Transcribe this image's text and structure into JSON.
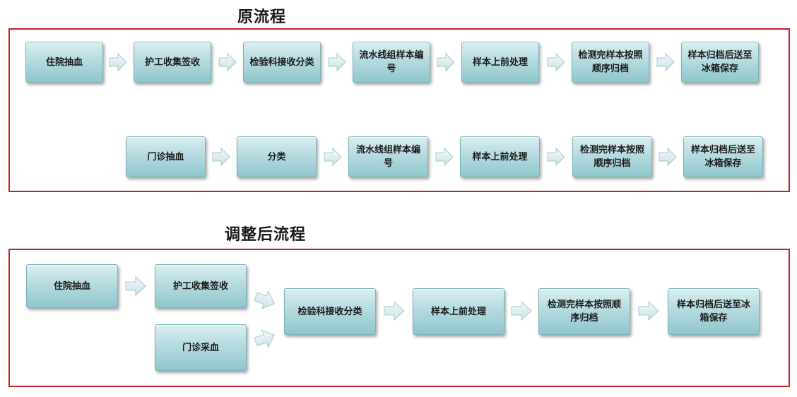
{
  "original": {
    "title": "原流程",
    "row1": [
      "住院抽血",
      "护工收集签收",
      "检验科接收分类",
      "流水线组样本编号",
      "样本上前处理",
      "检测完样本按照顺序归档",
      "样本归档后送至冰箱保存"
    ],
    "row2": [
      "门诊抽血",
      "分类",
      "流水线组样本编号",
      "样本上前处理",
      "检测完样本按照顺序归档",
      "样本归档后送至冰箱保存"
    ]
  },
  "adjusted": {
    "title": "调整后流程",
    "nodes": [
      "住院抽血",
      "护工收集签收",
      "门诊采血",
      "检验科接收分类",
      "样本上前处理",
      "检测完样本按照顺序归档",
      "样本归档后送至冰箱保存"
    ]
  }
}
